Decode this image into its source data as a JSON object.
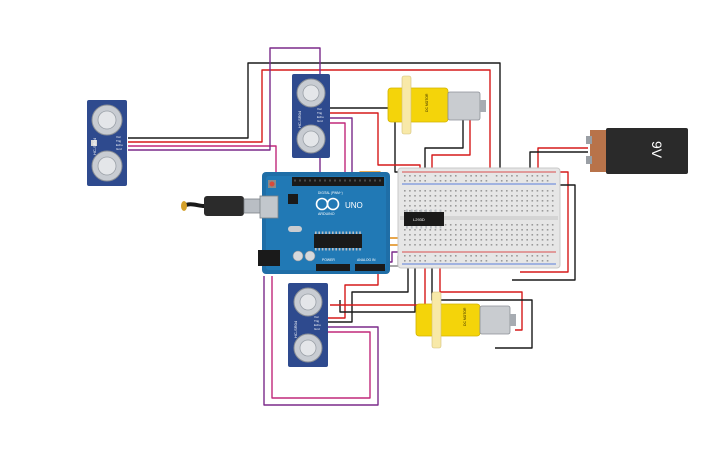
{
  "colors": {
    "background": "#ffffff",
    "sensor_board": "#2e4a8e",
    "sensor_can": "#c8ccd2",
    "arduino": "#1f6ea7",
    "breadboard": "#e6e6e6",
    "motor_yellow": "#f4d40a",
    "battery_black": "#2a2a2a",
    "battery_copper": "#b8734a",
    "wire_red": "#d51a1a",
    "wire_black": "#1a1a1a",
    "wire_purple": "#7b2a8a",
    "wire_magenta": "#c0287a",
    "wire_orange": "#e08a12",
    "wire_gray": "#8a8a8a"
  },
  "components": {
    "ultrasonic_sensors": [
      {
        "id": "left",
        "label": "HC-SR04",
        "pins": [
          "Vcc",
          "Trig",
          "Echo",
          "Gnd"
        ]
      },
      {
        "id": "top",
        "label": "HC-SR04",
        "pins": [
          "Vcc",
          "Trig",
          "Echo",
          "Gnd"
        ]
      },
      {
        "id": "bottom",
        "label": "HC-SR04",
        "pins": [
          "Vcc",
          "Trig",
          "Echo",
          "Gnd"
        ]
      }
    ],
    "arduino": {
      "brand": "ARDUINO",
      "model": "UNO",
      "power_label": "POWER",
      "analog_label": "ANALOG IN",
      "digital_label": "DIGITAL (PWM~)"
    },
    "motor_driver": {
      "label": "L293D"
    },
    "motors": [
      {
        "id": "top",
        "label": "DC MOTOR"
      },
      {
        "id": "bottom",
        "label": "DC MOTOR"
      }
    ],
    "battery": {
      "label": "9V"
    }
  }
}
